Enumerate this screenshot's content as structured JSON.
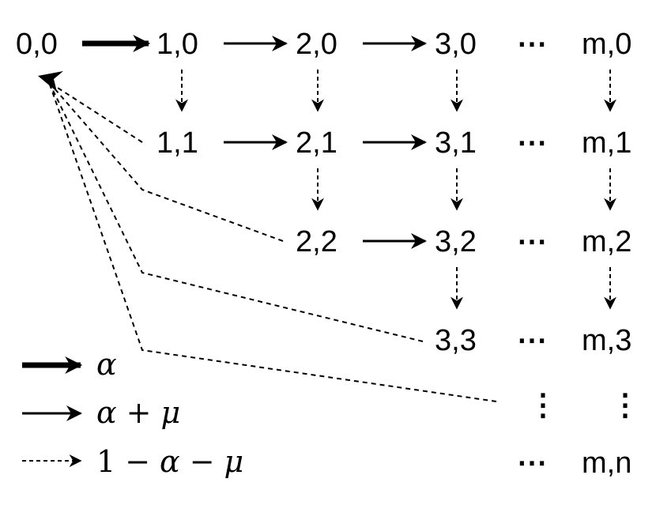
{
  "nodes": {
    "n00": "0,0",
    "n10": "1,0",
    "n20": "2,0",
    "n30": "3,0",
    "nm0": "m,0",
    "n11": "1,1",
    "n21": "2,1",
    "n31": "3,1",
    "nm1": "m,1",
    "n22": "2,2",
    "n32": "3,2",
    "nm2": "m,2",
    "n33": "3,3",
    "nm3": "m,3",
    "nmn": "m,n"
  },
  "ellipsis": {
    "horizontal": "⋯",
    "vertical": "⋮"
  },
  "legend": {
    "thick_symbol": "α",
    "solid_alpha": "α",
    "solid_op": "+",
    "solid_mu": "μ",
    "dashed_one": "1",
    "dashed_minus1": "−",
    "dashed_alpha": "α",
    "dashed_minus2": "−",
    "dashed_mu": "μ"
  }
}
